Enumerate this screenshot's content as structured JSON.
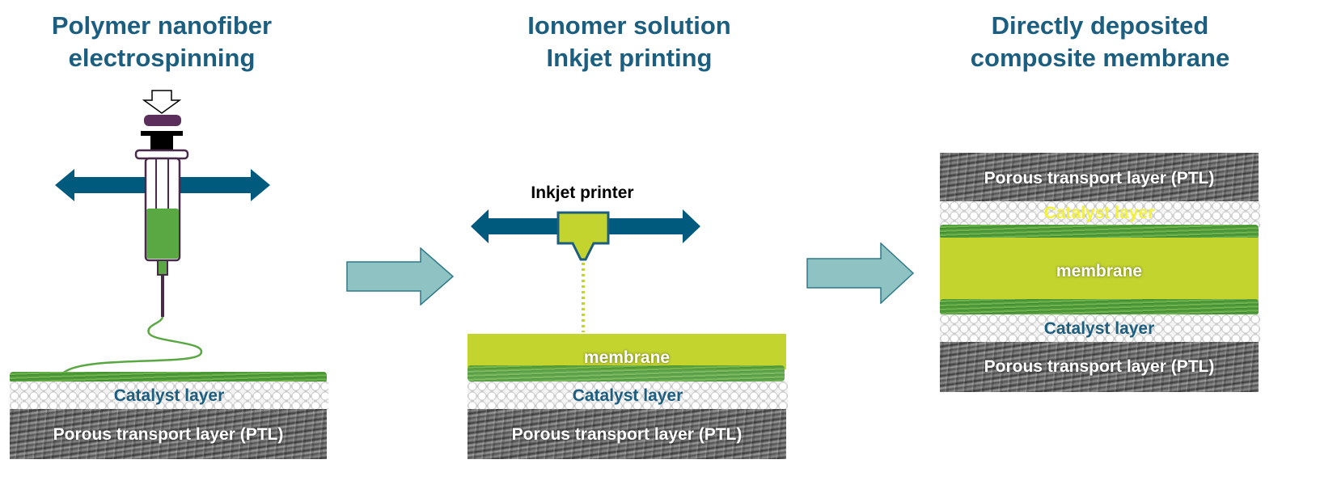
{
  "panels": [
    {
      "title_line1": "Polymer nanofiber",
      "title_line2": "electrospinning"
    },
    {
      "title_line1": "Ionomer solution",
      "title_line2": "Inkjet printing"
    },
    {
      "title_line1": "Directly deposited",
      "title_line2": "composite membrane"
    }
  ],
  "labels": {
    "ptl": "Porous transport layer (PTL)",
    "catalyst": "Catalyst layer",
    "membrane": "membrane",
    "inkjet_printer": "Inkjet printer"
  },
  "colors": {
    "title": "#1b5e80",
    "process_arrow": "#8fc3c3",
    "motion_arrow": "#005a7e",
    "membrane": "#c3d42f",
    "nanofiber": "#4f9a3a",
    "syringe": "#4a2a4a"
  }
}
